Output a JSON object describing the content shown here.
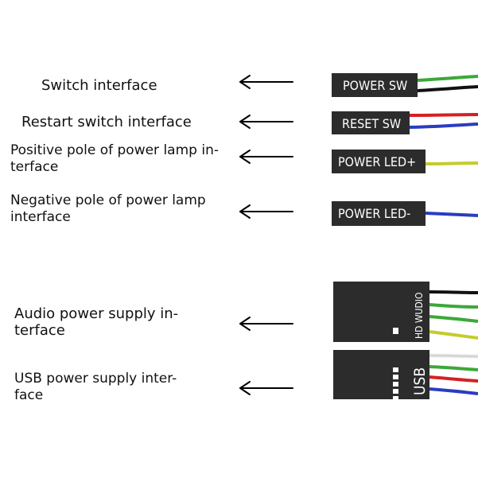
{
  "labels": {
    "switch": "Switch interface",
    "restart": "Restart switch interface",
    "pos_line1": "Positive pole of power lamp in-",
    "pos_line2": "terface",
    "neg_line1": "Negative pole of power lamp",
    "neg_line2": "interface",
    "audio_line1": "Audio power supply in-",
    "audio_line2": "terface",
    "usb_line1": "USB power supply inter-",
    "usb_line2": "face"
  },
  "connectors": {
    "power_sw": "POWER SW",
    "reset_sw": "RESET SW",
    "power_led_pos": "POWER LED+",
    "power_led_neg": "POWER LED-",
    "hd_audio": "HD WUDIO",
    "usb": "USB"
  },
  "wire_colors": {
    "power_sw": [
      "#3ca83a",
      "#111111"
    ],
    "reset_sw": [
      "#d42121",
      "#2a3cbf"
    ],
    "power_led_pos": [
      "#c4cc2b"
    ],
    "power_led_neg": [
      "#2a3cbf"
    ],
    "hd_audio": [
      "#111111",
      "#3ca83a",
      "#3ca83a",
      "#c4cc2b"
    ],
    "usb": [
      "#f2f2f2",
      "#3ca83a",
      "#d42121",
      "#2a3cbf"
    ]
  },
  "colors": {
    "connector_body": "#2c2c2c",
    "arrow": "#000000"
  }
}
